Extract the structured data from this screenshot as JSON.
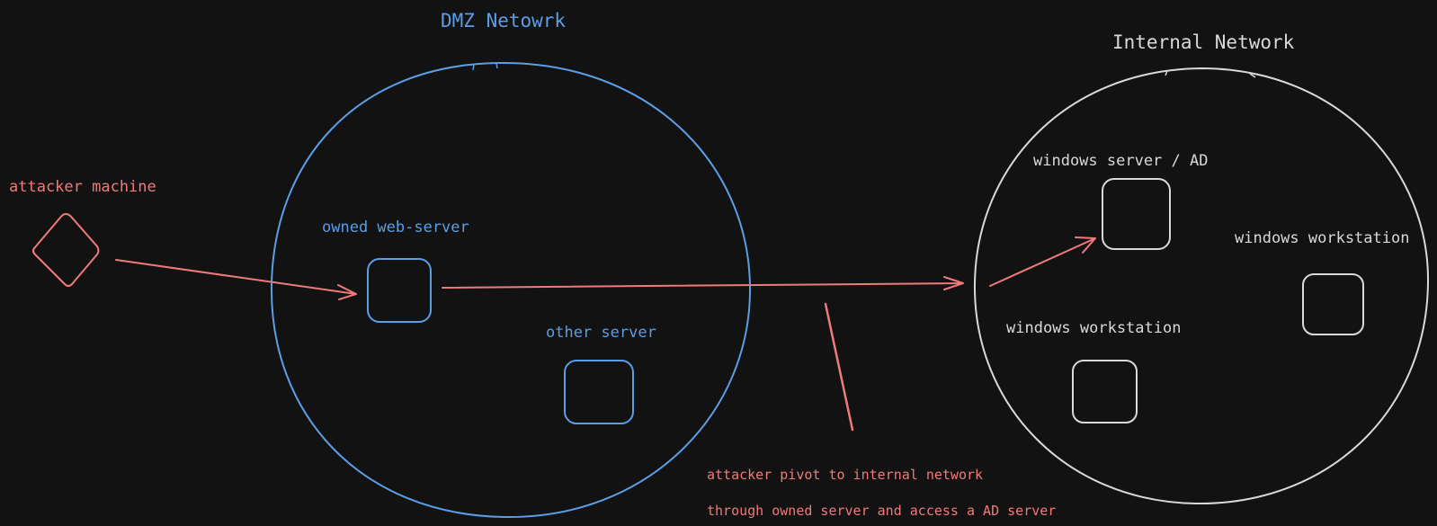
{
  "colors": {
    "background": "#121212",
    "dmz": "#5b9ee6",
    "attacker": "#ef7a7a",
    "internal": "#d9d9d9"
  },
  "dmz": {
    "title": "DMZ Netowrk",
    "web_server_label": "owned web-server",
    "other_server_label": "other server"
  },
  "attacker": {
    "label": "attacker machine",
    "note_line1": "attacker pivot to internal network",
    "note_line2": "through owned server and access a AD server"
  },
  "internal": {
    "title": "Internal Network",
    "ad_label": "windows server / AD",
    "workstation_right_label": "windows workstation",
    "workstation_bottom_label": "windows workstation"
  }
}
